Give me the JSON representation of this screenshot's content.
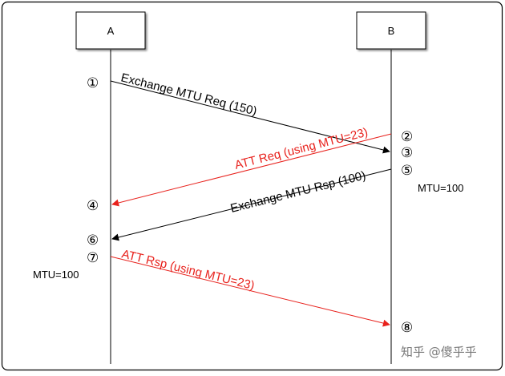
{
  "colors": {
    "black": "#000000",
    "red": "#e8221d",
    "watermark": "#7a7a7a"
  },
  "participants": {
    "a": "A",
    "b": "B"
  },
  "steps": {
    "s1": "①",
    "s2": "②",
    "s3": "③",
    "s4": "④",
    "s5": "⑤",
    "s6": "⑥",
    "s7": "⑦",
    "s8": "⑧"
  },
  "messages": {
    "exchange_req": "Exchange MTU Req (150)",
    "att_req": "ATT Req (using MTU=23)",
    "exchange_rsp": "Exchange MTU Rsp (100)",
    "att_rsp": "ATT Rsp (using MTU=23)"
  },
  "mtu_notes": {
    "b": "MTU=100",
    "a": "MTU=100"
  },
  "watermark": "知乎 @傻乎乎"
}
